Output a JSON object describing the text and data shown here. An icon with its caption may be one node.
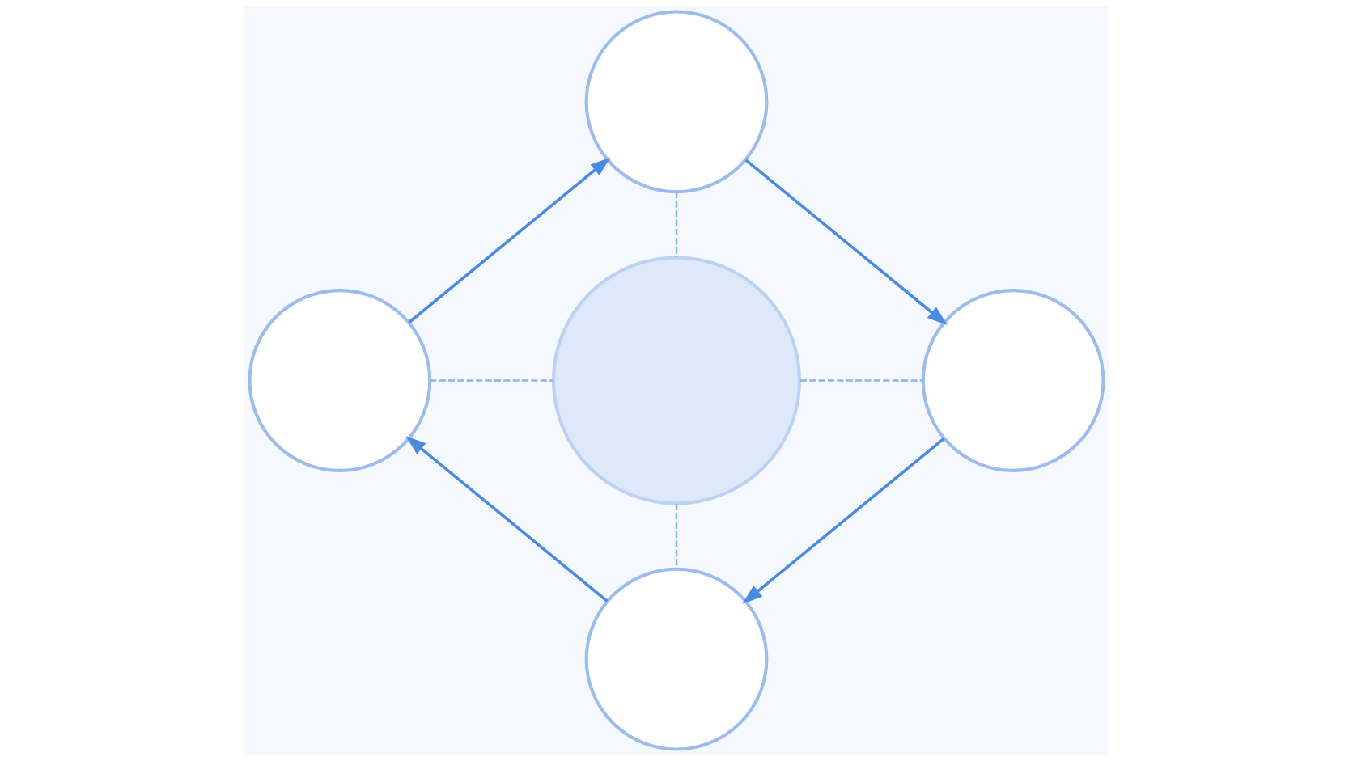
{
  "diagram": {
    "nodes": [
      {
        "text": [],
        "shape": "circle"
      },
      {
        "text": [],
        "shape": "circle"
      },
      {
        "text": [],
        "shape": "circle"
      },
      {
        "text": [],
        "shape": "circle"
      },
      {
        "text": [],
        "shape": "circle"
      }
    ],
    "edges": [
      {
        "from": 0,
        "to": 3,
        "arrow": "to"
      },
      {
        "from": 3,
        "to": 4,
        "arrow": "to"
      },
      {
        "from": 4,
        "to": 1,
        "arrow": "to"
      },
      {
        "from": 1,
        "to": 0,
        "arrow": "to"
      },
      {
        "from": 0,
        "to": 2,
        "arrow": "none",
        "style": "dashed",
        "color": "#8fb3e8"
      },
      {
        "from": 1,
        "to": 2,
        "arrow": "none",
        "style": "dashed",
        "color": "#8fb3e8"
      },
      {
        "from": 2,
        "to": 3,
        "arrow": "none",
        "style": "dashed",
        "color": "#8fb3e8"
      },
      {
        "from": 2,
        "to": 4,
        "arrow": "none",
        "style": "dashed",
        "color": "#8fb3e8"
      }
    ]
  }
}
